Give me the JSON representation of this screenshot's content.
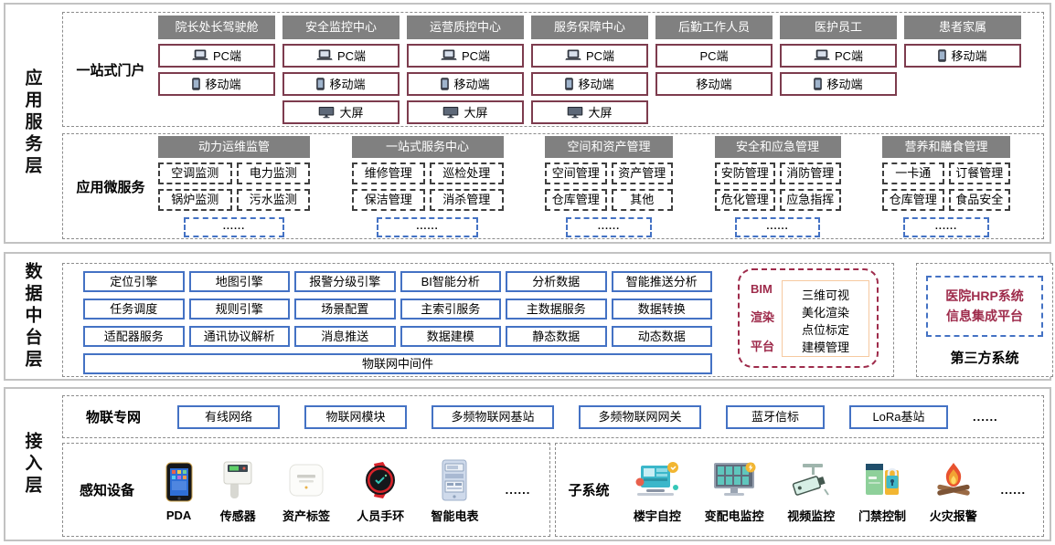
{
  "layers": {
    "app": {
      "label": "应用服务层",
      "portal": {
        "label": "一站式门户",
        "columns": [
          {
            "title": "院长处长驾驶舱",
            "items": [
              {
                "label": "PC端",
                "icon": "laptop-icon"
              },
              {
                "label": "移动端",
                "icon": "phone-icon"
              }
            ]
          },
          {
            "title": "安全监控中心",
            "items": [
              {
                "label": "PC端",
                "icon": "laptop-icon"
              },
              {
                "label": "移动端",
                "icon": "phone-icon"
              },
              {
                "label": "大屏",
                "icon": "monitor-icon"
              }
            ]
          },
          {
            "title": "运营质控中心",
            "items": [
              {
                "label": "PC端",
                "icon": "laptop-icon"
              },
              {
                "label": "移动端",
                "icon": "phone-icon"
              },
              {
                "label": "大屏",
                "icon": "monitor-icon"
              }
            ]
          },
          {
            "title": "服务保障中心",
            "items": [
              {
                "label": "PC端",
                "icon": "laptop-icon"
              },
              {
                "label": "移动端",
                "icon": "phone-icon"
              },
              {
                "label": "大屏",
                "icon": "monitor-icon"
              }
            ]
          },
          {
            "title": "后勤工作人员",
            "items": [
              {
                "label": "PC端",
                "icon": ""
              },
              {
                "label": "移动端",
                "icon": ""
              }
            ]
          },
          {
            "title": "医护员工",
            "items": [
              {
                "label": "PC端",
                "icon": "laptop-icon"
              },
              {
                "label": "移动端",
                "icon": "phone-icon"
              }
            ]
          },
          {
            "title": "患者家属",
            "items": [
              {
                "label": "移动端",
                "icon": "phone-icon"
              }
            ]
          }
        ]
      },
      "microservices": {
        "label": "应用微服务",
        "ellipsis": "......",
        "groups": [
          {
            "title": "动力运维监管",
            "items": [
              "空调监测",
              "电力监测",
              "锅炉监测",
              "污水监测"
            ]
          },
          {
            "title": "一站式服务中心",
            "items": [
              "维修管理",
              "巡检处理",
              "保洁管理",
              "消杀管理"
            ]
          },
          {
            "title": "空间和资产管理",
            "items": [
              "空间管理",
              "资产管理",
              "仓库管理",
              "其他"
            ]
          },
          {
            "title": "安全和应急管理",
            "items": [
              "安防管理",
              "消防管理",
              "危化管理",
              "应急指挥"
            ]
          },
          {
            "title": "营养和膳食管理",
            "items": [
              "一卡通",
              "订餐管理",
              "仓库管理",
              "食品安全"
            ]
          }
        ]
      }
    },
    "data": {
      "label": "数据中台层",
      "service_rows": [
        [
          "定位引擎",
          "地图引擎",
          "报警分级引擎",
          "BI智能分析",
          "分析数据",
          "智能推送分析"
        ],
        [
          "任务调度",
          "规则引擎",
          "场景配置",
          "主索引服务",
          "主数据服务",
          "数据转换"
        ],
        [
          "适配器服务",
          "通讯协议解析",
          "消息推送",
          "数据建模",
          "静态数据",
          "动态数据"
        ]
      ],
      "middleware": "物联网中间件",
      "bim": {
        "title_lines": [
          "BIM",
          "渲染",
          "平台"
        ],
        "items": [
          "三维可视",
          "美化渲染",
          "点位标定",
          "建模管理"
        ]
      },
      "third_party": {
        "system_lines": [
          "医院HRP系统",
          "信息集成平台"
        ],
        "label": "第三方系统"
      }
    },
    "access": {
      "label": "接入层",
      "network": {
        "label": "物联专网",
        "items": [
          "有线网络",
          "物联网模块",
          "多频物联网基站",
          "多频物联网网关",
          "蓝牙信标",
          "LoRa基站"
        ],
        "ellipsis": "......"
      },
      "devices": {
        "label": "感知设备",
        "items": [
          {
            "label": "PDA",
            "icon": "pda-icon"
          },
          {
            "label": "传感器",
            "icon": "sensor-icon"
          },
          {
            "label": "资产标签",
            "icon": "asset-tag-icon"
          },
          {
            "label": "人员手环",
            "icon": "wristband-icon"
          },
          {
            "label": "智能电表",
            "icon": "smart-meter-icon"
          }
        ],
        "ellipsis": "......"
      },
      "subsystems": {
        "label": "子系统",
        "items": [
          {
            "label": "楼宇自控",
            "icon": "building-automation-icon"
          },
          {
            "label": "变配电监控",
            "icon": "power-distribution-icon"
          },
          {
            "label": "视频监控",
            "icon": "cctv-camera-icon"
          },
          {
            "label": "门禁控制",
            "icon": "access-control-icon"
          },
          {
            "label": "火灾报警",
            "icon": "fire-alarm-icon"
          }
        ],
        "ellipsis": "......"
      }
    }
  },
  "colors": {
    "group_header_bg": "#808080",
    "group_header_text": "#ffffff",
    "portal_item_border": "#7d3c4e",
    "blue_border": "#4472c4",
    "maroon_text": "#9e2b4b",
    "peach_border": "#f6c9a0",
    "dashed_gray": "#8c8c8c",
    "layer_border": "#c2c2c2"
  }
}
